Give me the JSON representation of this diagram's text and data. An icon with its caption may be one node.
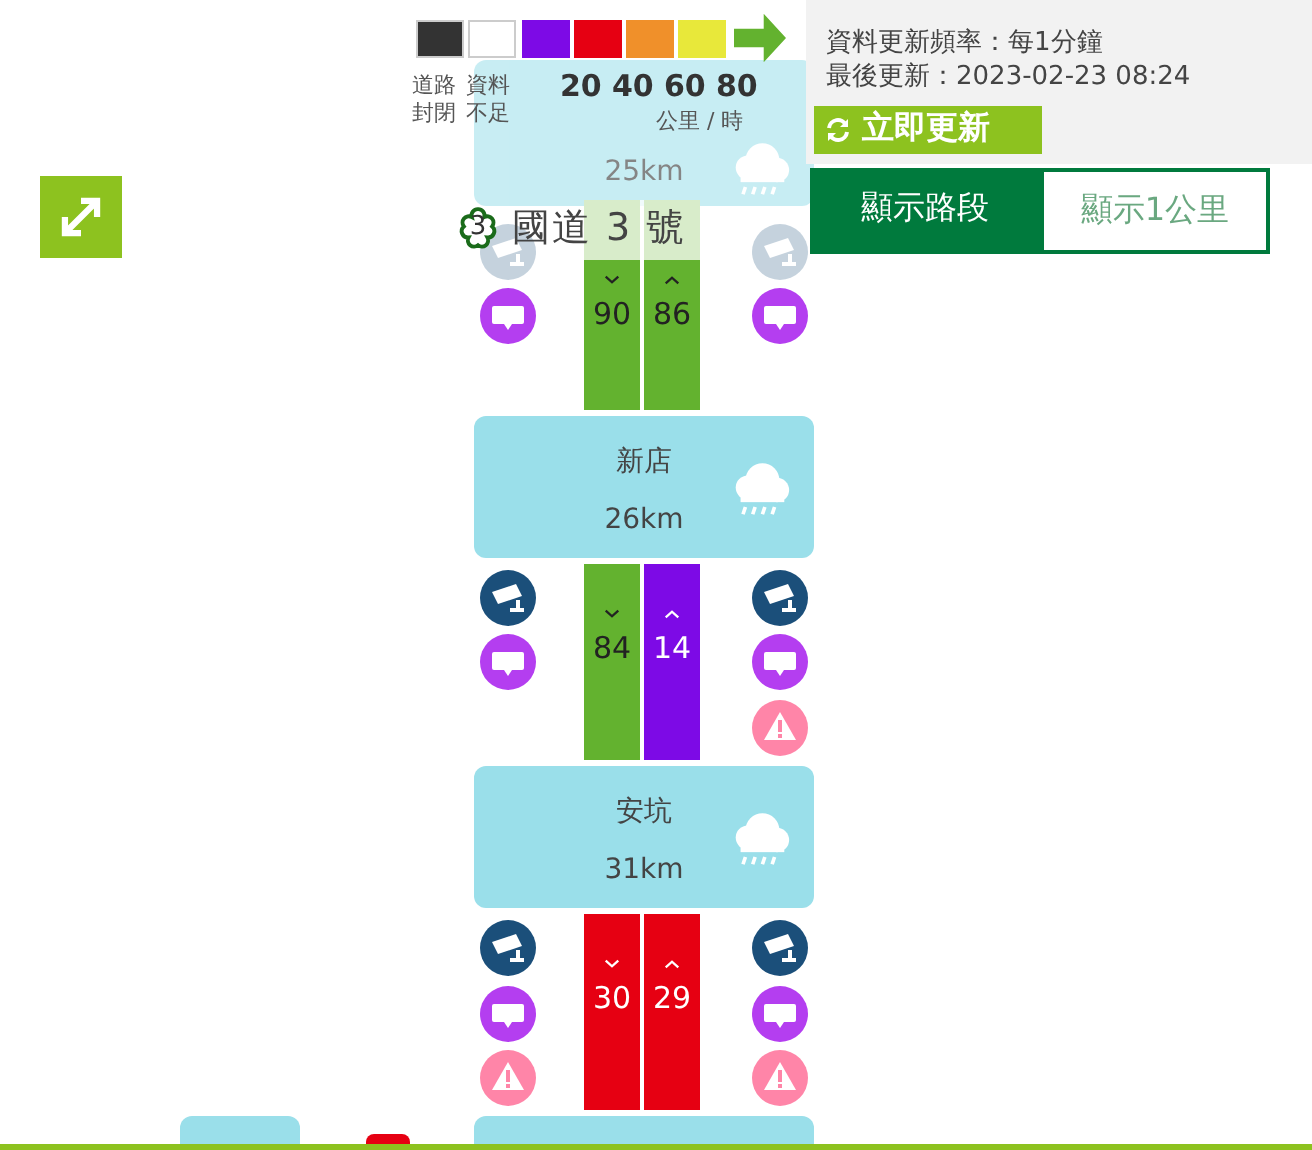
{
  "diagram": {
    "nodes": [
      {
        "text": [
          "25km"
        ]
      },
      {
        "text": [
          "新店",
          "26km"
        ]
      },
      {
        "text": [
          "安坑",
          "31km"
        ]
      },
      {
        "text": [],
        "shape": "box"
      },
      {
        "text": [],
        "shape": "box"
      }
    ],
    "labels": [
      "20",
      "40",
      "60",
      "80",
      "公里 / 時",
      "資料更新頻率：每1分鐘",
      "最後更新：2023-02-23 08:24",
      "立即更新",
      "顯示路段",
      "顯示1公里",
      "3",
      "國道 3 號",
      "90",
      "86",
      "84",
      "14",
      "30",
      "29"
    ],
    "legend": [
      {
        "text": "道路封閉",
        "color": "#333333"
      },
      {
        "text": "資料不足",
        "color": "#ffffff"
      }
    ]
  }
}
